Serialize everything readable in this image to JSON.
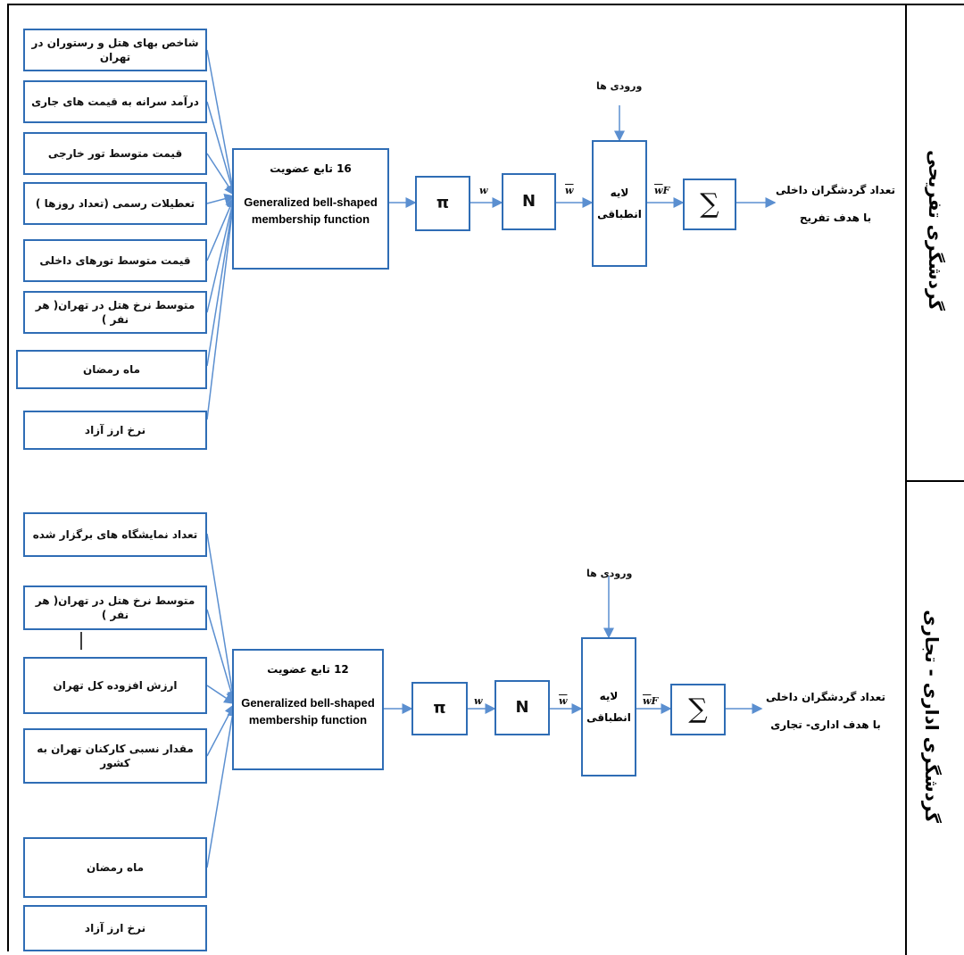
{
  "top": {
    "inputs": [
      "شاخص بهای هتل و رستوران در تهران",
      "درآمد سرانه به قیمت های جاری",
      "قیمت متوسط تور خارجی",
      "تعطیلات رسمی (تعداد روزها )",
      "قیمت متوسط تورهای داخلی",
      "متوسط نرخ هتل در تهران( هر نفر )",
      "ماه رمضان",
      "نرخ ارز آزاد"
    ],
    "mf_count": "16 تابع عضویت",
    "mf_name_1": "Generalized bell-shaped",
    "mf_name_2": "membership function",
    "pi": "π",
    "w": "w",
    "n": "N",
    "w_bar": "w",
    "inputs_label": "ورودی ها",
    "adaptive_1": "لایه",
    "adaptive_2": "انطباقی",
    "wf": "w",
    "wf_suffix": "F",
    "sum": "∑",
    "output_1": "تعداد گردشگران داخلی",
    "output_2": "با هدف تفریح",
    "side_label": "گردشگری تفریحی"
  },
  "bottom": {
    "inputs": [
      "تعداد نمایشگاه های برگزار شده",
      "متوسط نرخ هتل در تهران( هر نفر )",
      "ارزش افزوده کل تهران",
      "مقدار نسبی کارکنان تهران به کشور",
      "ماه رمضان",
      "نرخ ارز آزاد"
    ],
    "mf_count": "12 تابع عضویت",
    "mf_name_1": "Generalized bell-shaped",
    "mf_name_2": "membership function",
    "pi": "π",
    "w": "w",
    "n": "N",
    "w_bar": "w",
    "inputs_label": "ورودی ها",
    "adaptive_1": "لایه",
    "adaptive_2": "انطباقی",
    "wf": "w",
    "wf_suffix": "F",
    "sum": "∑",
    "output_1": "تعداد گردشگران داخلی",
    "output_2": "با هدف اداری- تجاری",
    "side_label": "گردشگری اداری - تجاری"
  },
  "colors": {
    "box_border": "#2f6db5",
    "arrow": "#5b8fd0",
    "frame": "#000000"
  }
}
